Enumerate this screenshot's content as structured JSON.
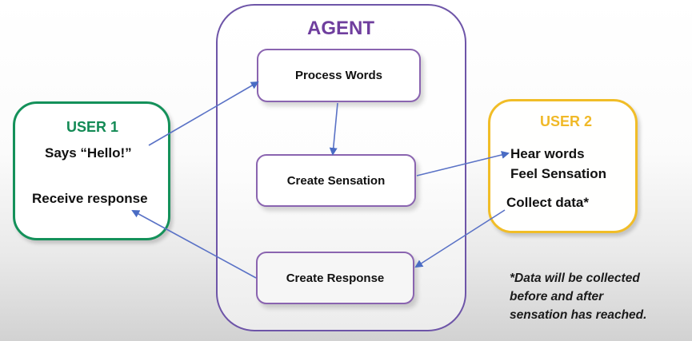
{
  "diagram": {
    "agent": {
      "title": "AGENT",
      "steps": [
        "Process Words",
        "Create Sensation",
        "Create Response"
      ]
    },
    "user1": {
      "title": "USER 1",
      "says": "Says “Hello!”",
      "receive": "Receive response"
    },
    "user2": {
      "title": "USER 2",
      "hear": "Hear words",
      "feel": "Feel Sensation",
      "collect": "Collect data*"
    },
    "footnote": [
      "*Data will be collected",
      "before and after",
      "sensation has reached."
    ],
    "colors": {
      "user1": "#14915a",
      "user2": "#f1bd27",
      "agent": "#6f3e9e",
      "arrow": "#4a6cc4"
    },
    "flows": [
      {
        "from": "user1.says",
        "to": "agent.process_words"
      },
      {
        "from": "agent.process_words",
        "to": "agent.create_sensation"
      },
      {
        "from": "agent.create_sensation",
        "to": "user2.hear_words"
      },
      {
        "from": "user2.collect_data",
        "to": "agent.create_response"
      },
      {
        "from": "agent.create_response",
        "to": "user1.receive_response"
      }
    ]
  }
}
